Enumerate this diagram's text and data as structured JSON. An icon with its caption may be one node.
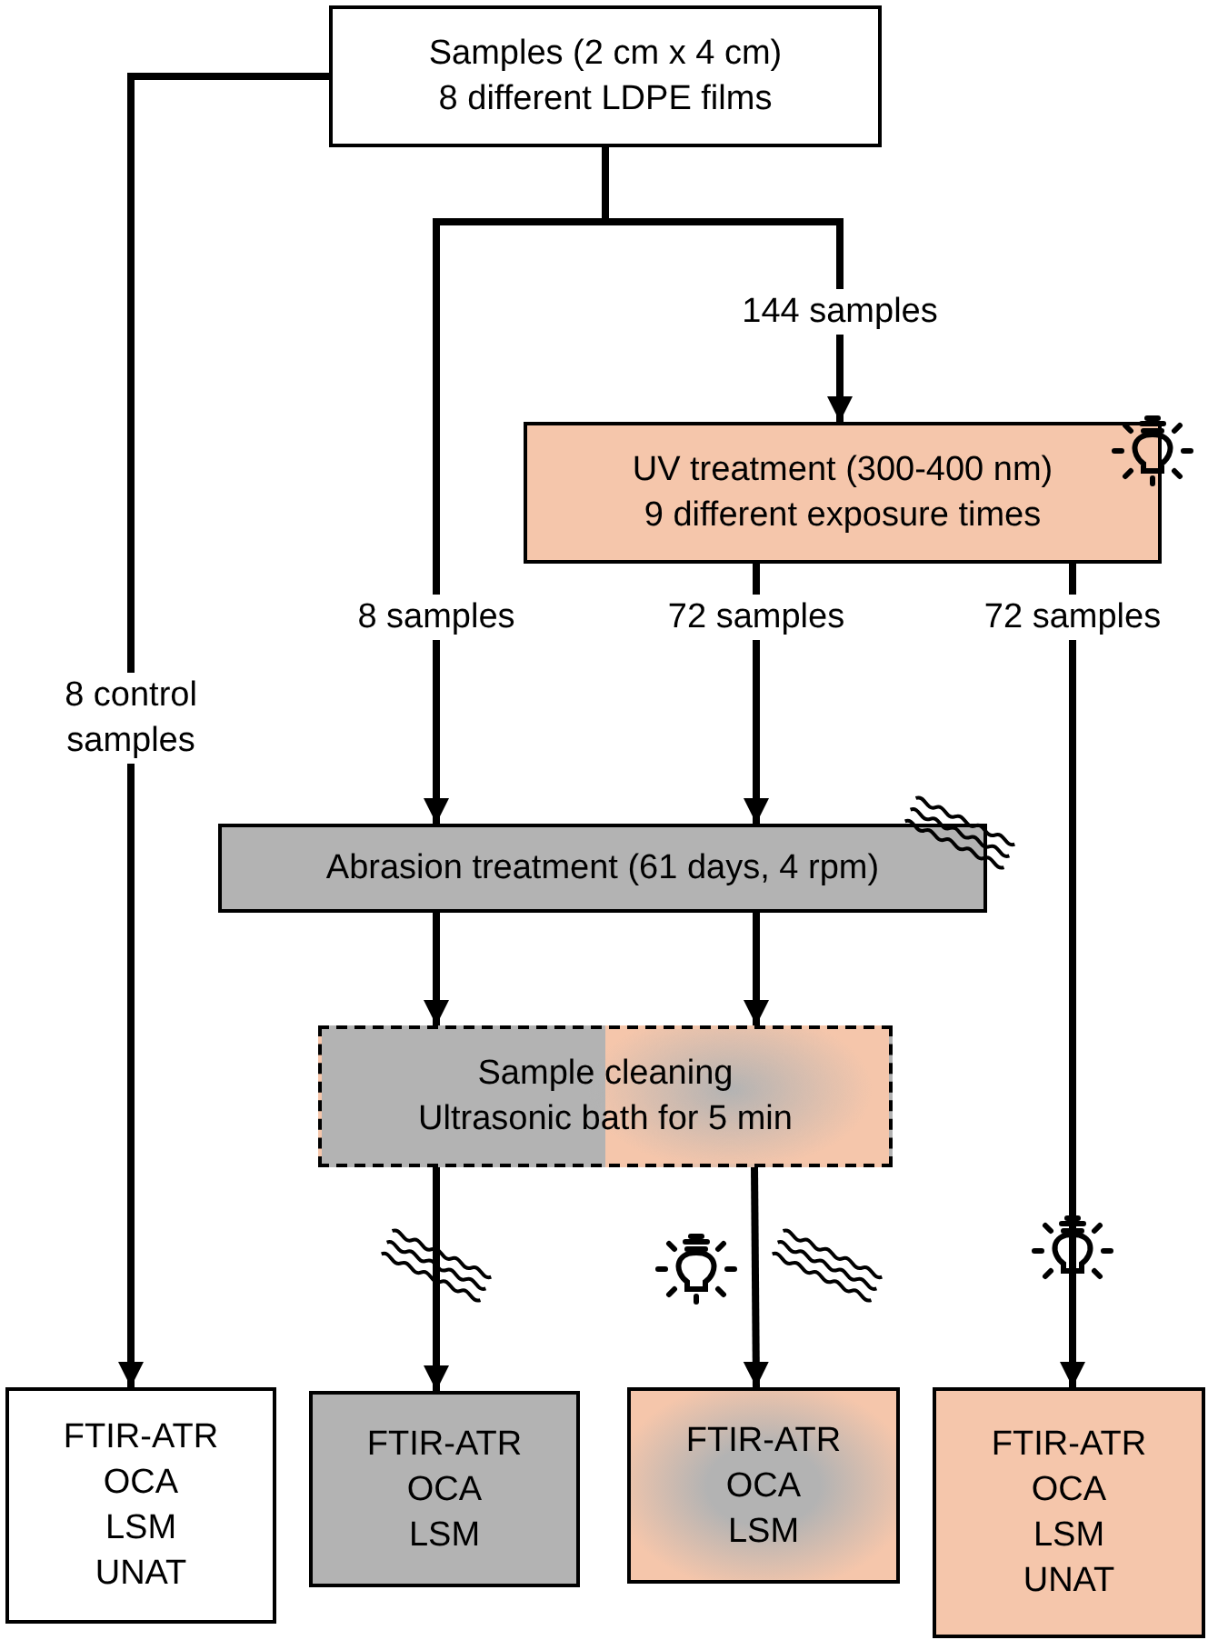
{
  "diagram": {
    "nodes": [
      {
        "text": [
          "Samples (2 cm x 4 cm)",
          "8 different LDPE films"
        ]
      },
      {
        "text": [
          "UV treatment (300-400 nm)",
          "9 different exposure times"
        ]
      },
      {
        "text": [
          "Abrasion treatment (61 days, 4 rpm)"
        ]
      },
      {
        "text": [
          "Sample cleaning",
          "Ultrasonic bath for 5 min"
        ]
      },
      {
        "text": [
          "FTIR-ATR",
          "OCA",
          "LSM",
          "UNAT"
        ]
      },
      {
        "text": [
          "FTIR-ATR",
          "OCA",
          "LSM"
        ]
      },
      {
        "text": [
          "FTIR-ATR",
          "OCA",
          "LSM"
        ]
      },
      {
        "text": [
          "FTIR-ATR",
          "OCA",
          "LSM",
          "UNAT"
        ]
      }
    ],
    "edges": [
      {
        "from": 0,
        "to": 4,
        "arrow": "to",
        "label": "8 control samples"
      },
      {
        "from": 0,
        "to": 2,
        "arrow": "to",
        "label": "8 samples"
      },
      {
        "from": 0,
        "to": 1,
        "arrow": "to",
        "label": "144 samples"
      },
      {
        "from": 1,
        "to": 2,
        "arrow": "to",
        "label": "72 samples"
      },
      {
        "from": 1,
        "to": 7,
        "arrow": "to",
        "label": "72 samples"
      },
      {
        "from": 2,
        "to": 3,
        "arrow": "to"
      },
      {
        "from": 2,
        "to": 3,
        "arrow": "to"
      },
      {
        "from": 3,
        "to": 5,
        "arrow": "to"
      },
      {
        "from": 3,
        "to": 6,
        "arrow": "to"
      }
    ]
  }
}
